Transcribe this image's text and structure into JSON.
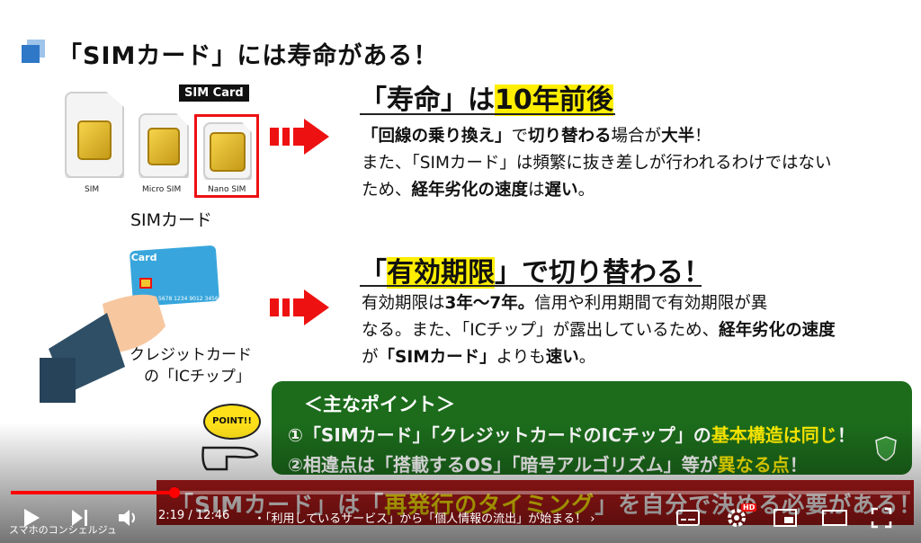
{
  "slide": {
    "heading": "「SIMカード」には寿命がある！",
    "sim_card_tag": "SIM Card",
    "sim_labels": [
      "SIM",
      "Micro SIM",
      "Nano SIM"
    ],
    "sim_caption": "SIMカード",
    "credit_card_label": "Credit Card",
    "credit_caption_1": "クレジットカード",
    "credit_caption_2": "の「ICチップ」",
    "section1": {
      "title_pre": "「寿命」は",
      "title_hl": "10年前後",
      "line1_a": "「回線の乗り換え」",
      "line1_b": "で",
      "line1_c": "切り替わる",
      "line1_d": "場合が",
      "line1_e": "大半",
      "line1_f": "！",
      "line2": "また、「SIMカード」は頻繁に抜き差しが行われるわけではない",
      "line3_a": "ため、",
      "line3_b": "経年劣化の速度",
      "line3_c": "は",
      "line3_d": "遅い",
      "line3_e": "。"
    },
    "section2": {
      "title_pre": "「",
      "title_hl": "有効期限",
      "title_post": "」で",
      "title_bold": "切り替わる",
      "title_end": "！",
      "line1_a": "有効期限は",
      "line1_b": "3年～7年。",
      "line1_c": "信用や利用期間で有効期限が異",
      "line2_a": "なる。また、「ICチップ」が露出しているため、",
      "line2_b": "経年劣化の速度",
      "line3_a": "が",
      "line3_b": "「SIMカード」",
      "line3_c": "よりも",
      "line3_d": "速い",
      "line3_e": "。"
    },
    "point_label": "POINT!!",
    "green_box": {
      "title": "＜主なポイント＞",
      "line1_a": "①「SIMカード」「クレジットカードのICチップ」の",
      "line1_b": "基本構造は同じ",
      "line1_c": "！",
      "line2_a": "②相違点は「搭載するOS」「暗号アルゴリズム」等が",
      "line2_b": "異なる点",
      "line2_c": "！"
    },
    "banner": {
      "a": "「SIMカード」は「",
      "b": "再発行のタイミング",
      "c": "」を自分で決める必要がある！"
    }
  },
  "player": {
    "time": "2:19 / 12:46",
    "chapter": "・「利用しているサービス」から「個人情報の流出」が始まる！ ›",
    "channel": "スマホのコンシェルジュ",
    "progress_fraction": 0.182,
    "hd_badge": "HD"
  },
  "colors": {
    "accent_red": "#e11111",
    "highlight": "#ffee00",
    "green_box": "#1c6c1c",
    "banner": "#b01a1a"
  }
}
